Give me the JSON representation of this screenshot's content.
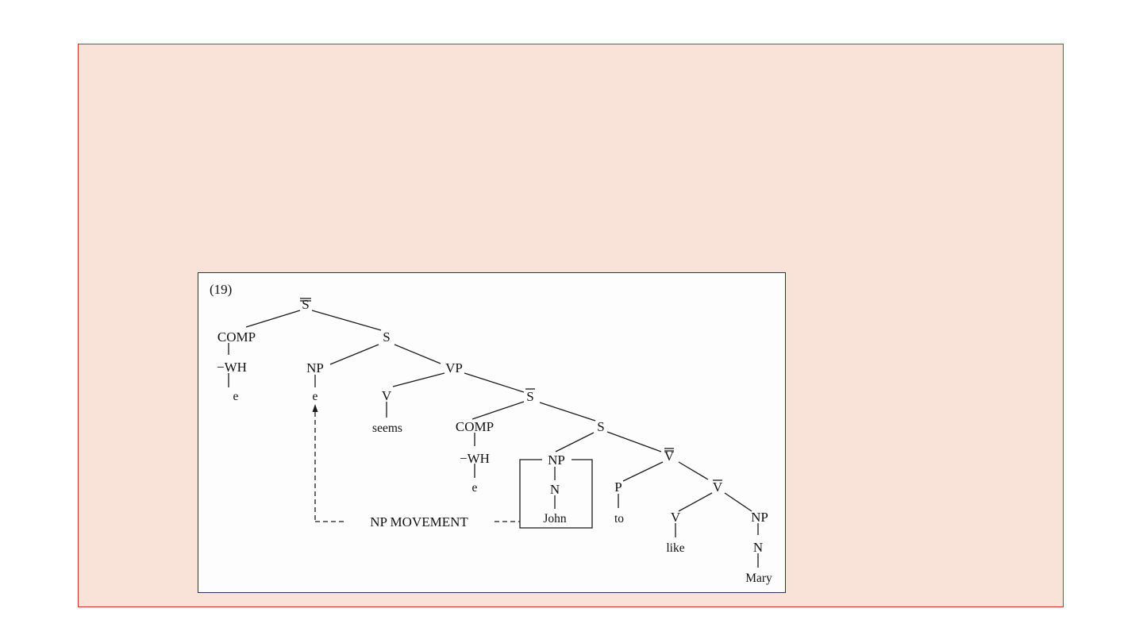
{
  "example_number": "(19)",
  "nodes": {
    "sbar_top": "S",
    "comp1": "COMP",
    "wh1": "−WH",
    "e1": "e",
    "s1": "S",
    "np1": "NP",
    "e_np1": "e",
    "vp": "VP",
    "v1": "V",
    "seems": "seems",
    "sbar2": "S",
    "comp2": "COMP",
    "wh2": "−WH",
    "e2": "e",
    "s2": "S",
    "np2": "NP",
    "n1": "N",
    "john": "John",
    "vbarbar": "V",
    "p": "P",
    "to": "to",
    "vbar": "V",
    "v2": "V",
    "like": "like",
    "np3": "NP",
    "n2": "N",
    "mary": "Mary"
  },
  "movement_label": "NP MOVEMENT",
  "colors": {
    "slide_background": "#f9e3d8",
    "slide_border": "#d62b2b",
    "figure_background": "#fdfdfd"
  }
}
